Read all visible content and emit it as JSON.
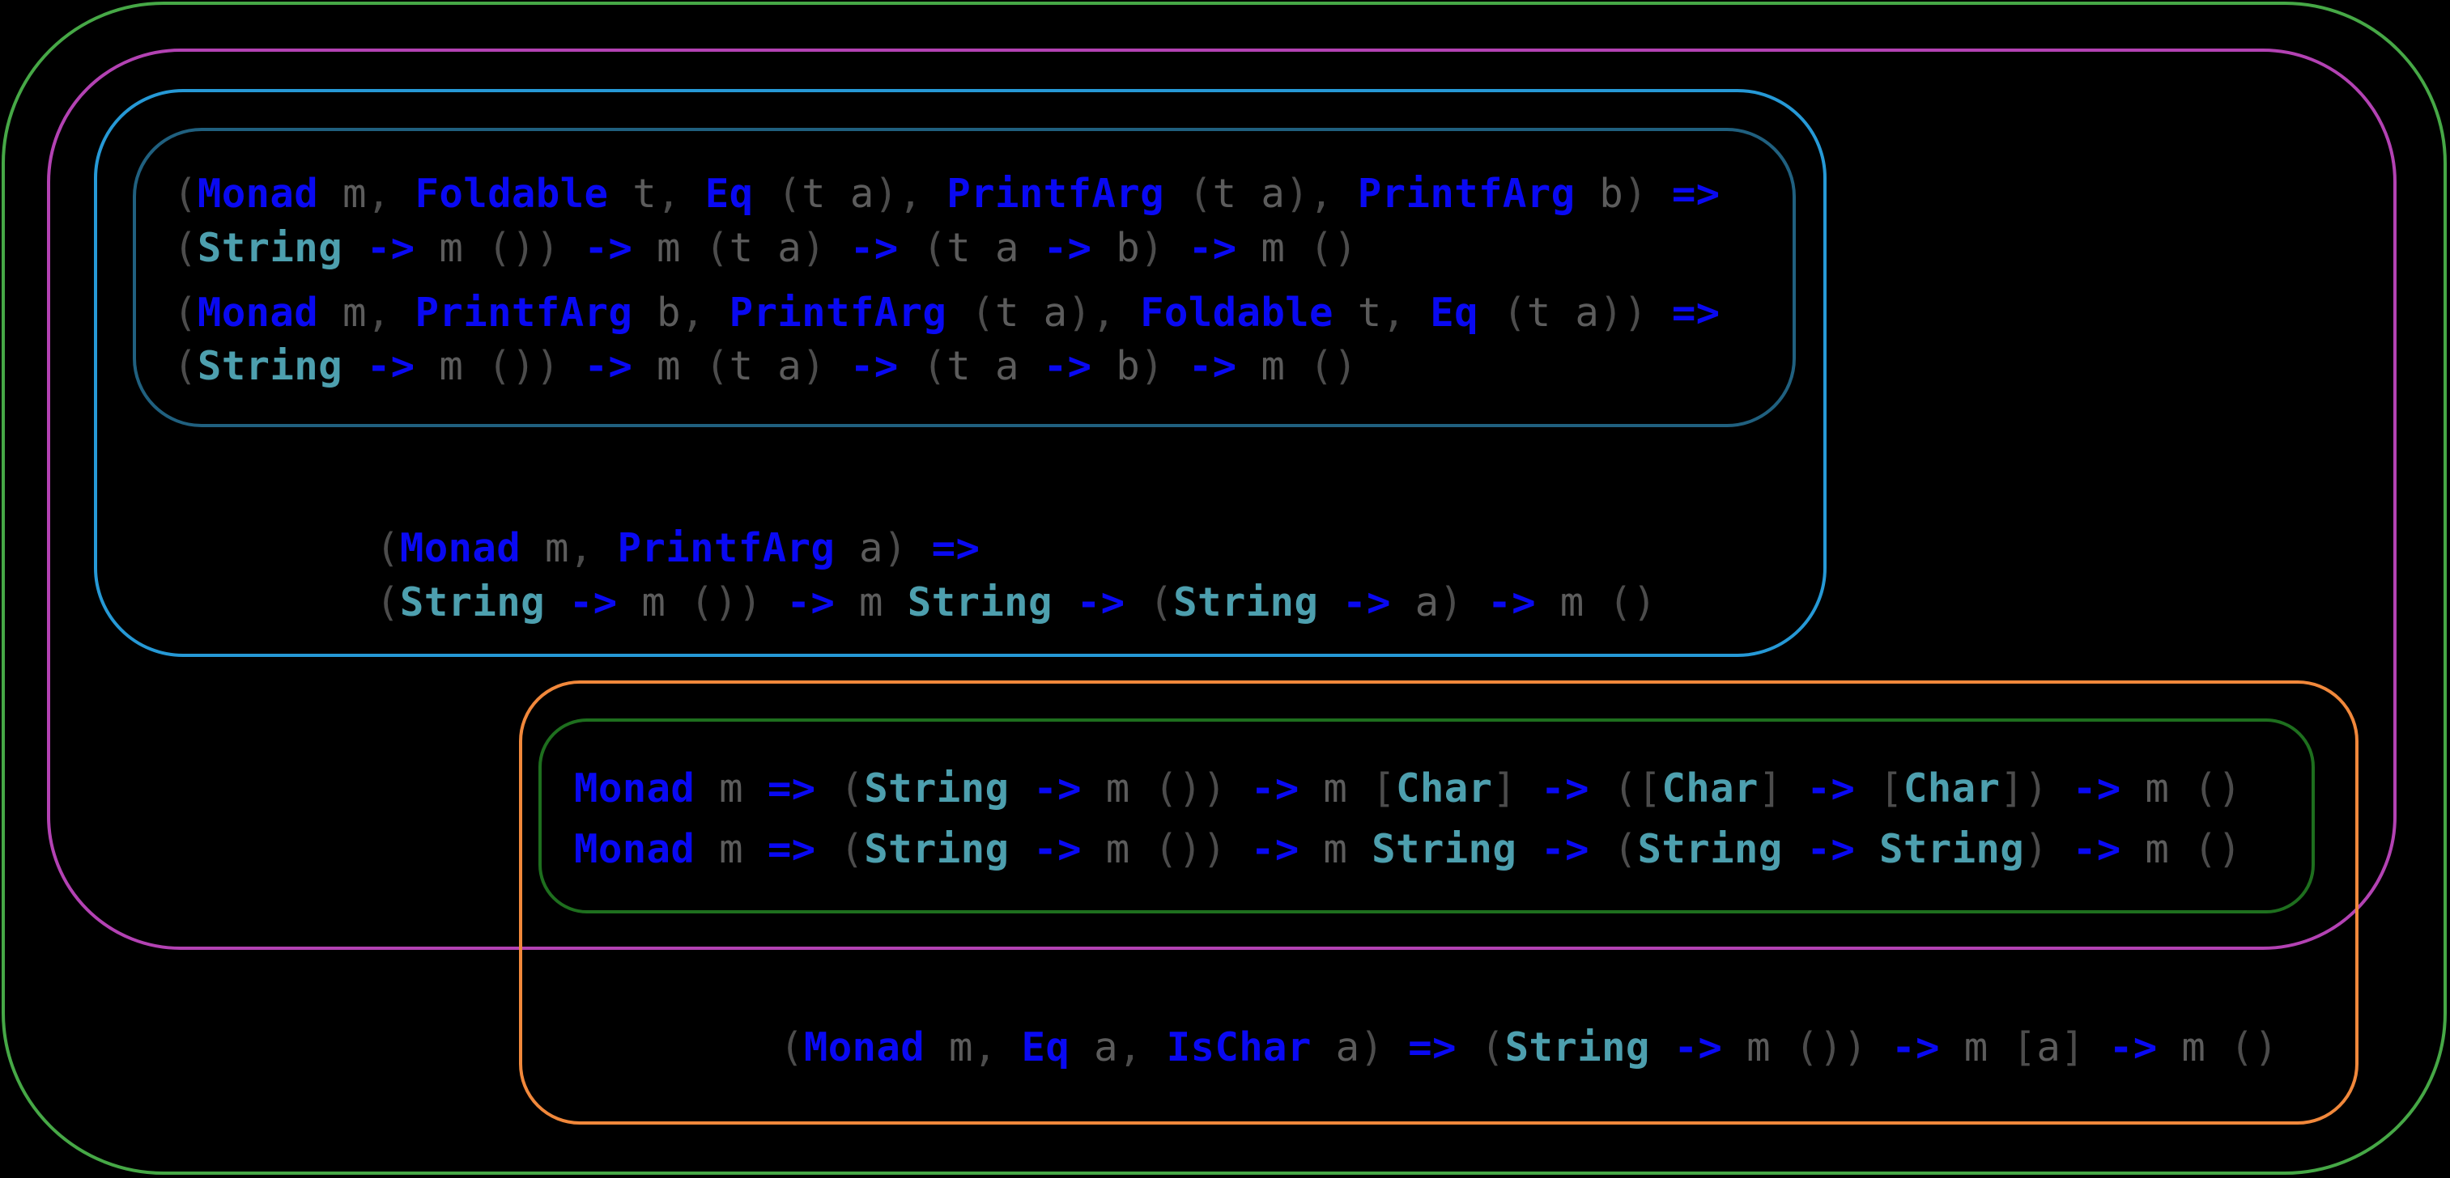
{
  "colors": {
    "background": "#000000",
    "border_green_outer": "#46a846",
    "border_magenta": "#b342b3",
    "border_blue": "#2699d6",
    "border_navy": "#20607f",
    "border_orange": "#f1883b",
    "border_green_inner": "#1e6f1e",
    "token_class": "#0909f2",
    "token_type": "#4d9fae",
    "token_var": "#5c5c5c",
    "token_punct": "#4c4c4c"
  },
  "signatures": {
    "navy_group": [
      {
        "text": "(Monad m, Foldable t, Eq (t a), PrintfArg (t a), PrintfArg b) =>",
        "tokens": [
          [
            "pun",
            "("
          ],
          [
            "kw",
            "Monad"
          ],
          [
            "var",
            " m"
          ],
          [
            "pun",
            ", "
          ],
          [
            "kw",
            "Foldable"
          ],
          [
            "var",
            " t"
          ],
          [
            "pun",
            ", "
          ],
          [
            "kw",
            "Eq"
          ],
          [
            "pun",
            " ("
          ],
          [
            "var",
            "t a"
          ],
          [
            "pun",
            "), "
          ],
          [
            "kw",
            "PrintfArg"
          ],
          [
            "pun",
            " ("
          ],
          [
            "var",
            "t a"
          ],
          [
            "pun",
            "), "
          ],
          [
            "kw",
            "PrintfArg"
          ],
          [
            "var",
            " b"
          ],
          [
            "pun",
            ") "
          ],
          [
            "kw",
            "=>"
          ]
        ]
      },
      {
        "text": "(String -> m ()) -> m (t a) -> (t a -> b) -> m ()",
        "tokens": [
          [
            "pun",
            "("
          ],
          [
            "ty",
            "String"
          ],
          [
            "kw",
            " -> "
          ],
          [
            "var",
            "m"
          ],
          [
            "pun",
            " ()) "
          ],
          [
            "kw",
            "->"
          ],
          [
            "var",
            " m"
          ],
          [
            "pun",
            " ("
          ],
          [
            "var",
            "t a"
          ],
          [
            "pun",
            ") "
          ],
          [
            "kw",
            "->"
          ],
          [
            "pun",
            " ("
          ],
          [
            "var",
            "t a"
          ],
          [
            "kw",
            " -> "
          ],
          [
            "var",
            "b"
          ],
          [
            "pun",
            ") "
          ],
          [
            "kw",
            "->"
          ],
          [
            "var",
            " m"
          ],
          [
            "pun",
            " ()"
          ]
        ]
      },
      {
        "text": "(Monad m, PrintfArg b, PrintfArg (t a), Foldable t, Eq (t a)) =>",
        "tokens": [
          [
            "pun",
            "("
          ],
          [
            "kw",
            "Monad"
          ],
          [
            "var",
            " m"
          ],
          [
            "pun",
            ", "
          ],
          [
            "kw",
            "PrintfArg"
          ],
          [
            "var",
            " b"
          ],
          [
            "pun",
            ", "
          ],
          [
            "kw",
            "PrintfArg"
          ],
          [
            "pun",
            " ("
          ],
          [
            "var",
            "t a"
          ],
          [
            "pun",
            "), "
          ],
          [
            "kw",
            "Foldable"
          ],
          [
            "var",
            " t"
          ],
          [
            "pun",
            ", "
          ],
          [
            "kw",
            "Eq"
          ],
          [
            "pun",
            " ("
          ],
          [
            "var",
            "t a"
          ],
          [
            "pun",
            ")) "
          ],
          [
            "kw",
            "=>"
          ]
        ]
      },
      {
        "text": "(String -> m ()) -> m (t a) -> (t a -> b) -> m ()",
        "tokens": [
          [
            "pun",
            "("
          ],
          [
            "ty",
            "String"
          ],
          [
            "kw",
            " -> "
          ],
          [
            "var",
            "m"
          ],
          [
            "pun",
            " ()) "
          ],
          [
            "kw",
            "->"
          ],
          [
            "var",
            " m"
          ],
          [
            "pun",
            " ("
          ],
          [
            "var",
            "t a"
          ],
          [
            "pun",
            ") "
          ],
          [
            "kw",
            "->"
          ],
          [
            "pun",
            " ("
          ],
          [
            "var",
            "t a"
          ],
          [
            "kw",
            " -> "
          ],
          [
            "var",
            "b"
          ],
          [
            "pun",
            ") "
          ],
          [
            "kw",
            "->"
          ],
          [
            "var",
            " m"
          ],
          [
            "pun",
            " ()"
          ]
        ]
      }
    ],
    "blue_group": [
      {
        "text": "(Monad m, PrintfArg a) =>",
        "tokens": [
          [
            "pun",
            "("
          ],
          [
            "kw",
            "Monad"
          ],
          [
            "var",
            " m"
          ],
          [
            "pun",
            ", "
          ],
          [
            "kw",
            "PrintfArg"
          ],
          [
            "var",
            " a"
          ],
          [
            "pun",
            ") "
          ],
          [
            "kw",
            "=>"
          ]
        ]
      },
      {
        "text": "(String -> m ()) -> m String -> (String -> a) -> m ()",
        "tokens": [
          [
            "pun",
            "("
          ],
          [
            "ty",
            "String"
          ],
          [
            "kw",
            " -> "
          ],
          [
            "var",
            "m"
          ],
          [
            "pun",
            " ()) "
          ],
          [
            "kw",
            "->"
          ],
          [
            "var",
            " m "
          ],
          [
            "ty",
            "String"
          ],
          [
            "kw",
            " -> "
          ],
          [
            "pun",
            "("
          ],
          [
            "ty",
            "String"
          ],
          [
            "kw",
            " -> "
          ],
          [
            "var",
            "a"
          ],
          [
            "pun",
            ") "
          ],
          [
            "kw",
            "->"
          ],
          [
            "var",
            " m"
          ],
          [
            "pun",
            " ()"
          ]
        ]
      }
    ],
    "green_inner_group": [
      {
        "text": "Monad m => (String -> m ()) -> m [Char] -> ([Char] -> [Char]) -> m ()",
        "tokens": [
          [
            "kw",
            "Monad"
          ],
          [
            "var",
            " m "
          ],
          [
            "kw",
            "=>"
          ],
          [
            "pun",
            " ("
          ],
          [
            "ty",
            "String"
          ],
          [
            "kw",
            " -> "
          ],
          [
            "var",
            "m"
          ],
          [
            "pun",
            " ()) "
          ],
          [
            "kw",
            "->"
          ],
          [
            "var",
            " m "
          ],
          [
            "pun",
            "["
          ],
          [
            "ty",
            "Char"
          ],
          [
            "pun",
            "] "
          ],
          [
            "kw",
            "->"
          ],
          [
            "pun",
            " (["
          ],
          [
            "ty",
            "Char"
          ],
          [
            "pun",
            "] "
          ],
          [
            "kw",
            "->"
          ],
          [
            "pun",
            " ["
          ],
          [
            "ty",
            "Char"
          ],
          [
            "pun",
            "]) "
          ],
          [
            "kw",
            "->"
          ],
          [
            "var",
            " m"
          ],
          [
            "pun",
            " ()"
          ]
        ]
      },
      {
        "text": "Monad m => (String -> m ()) -> m String -> (String -> String) -> m ()",
        "tokens": [
          [
            "kw",
            "Monad"
          ],
          [
            "var",
            " m "
          ],
          [
            "kw",
            "=>"
          ],
          [
            "pun",
            " ("
          ],
          [
            "ty",
            "String"
          ],
          [
            "kw",
            " -> "
          ],
          [
            "var",
            "m"
          ],
          [
            "pun",
            " ()) "
          ],
          [
            "kw",
            "->"
          ],
          [
            "var",
            " m "
          ],
          [
            "ty",
            "String"
          ],
          [
            "kw",
            " -> "
          ],
          [
            "pun",
            "("
          ],
          [
            "ty",
            "String"
          ],
          [
            "kw",
            " -> "
          ],
          [
            "ty",
            "String"
          ],
          [
            "pun",
            ") "
          ],
          [
            "kw",
            "->"
          ],
          [
            "var",
            " m"
          ],
          [
            "pun",
            " ()"
          ]
        ]
      }
    ],
    "orange_group": [
      {
        "text": "(Monad m, Eq a, IsChar a) => (String -> m ()) -> m [a] -> m ()",
        "tokens": [
          [
            "pun",
            "("
          ],
          [
            "kw",
            "Monad"
          ],
          [
            "var",
            " m"
          ],
          [
            "pun",
            ", "
          ],
          [
            "kw",
            "Eq"
          ],
          [
            "var",
            " a"
          ],
          [
            "pun",
            ", "
          ],
          [
            "kw",
            "IsChar"
          ],
          [
            "var",
            " a"
          ],
          [
            "pun",
            ") "
          ],
          [
            "kw",
            "=>"
          ],
          [
            "pun",
            " ("
          ],
          [
            "ty",
            "String"
          ],
          [
            "kw",
            " -> "
          ],
          [
            "var",
            "m"
          ],
          [
            "pun",
            " ()) "
          ],
          [
            "kw",
            "->"
          ],
          [
            "var",
            " m"
          ],
          [
            "pun",
            " ["
          ],
          [
            "var",
            "a"
          ],
          [
            "pun",
            "] "
          ],
          [
            "kw",
            "->"
          ],
          [
            "var",
            " m"
          ],
          [
            "pun",
            " ()"
          ]
        ]
      }
    ]
  }
}
